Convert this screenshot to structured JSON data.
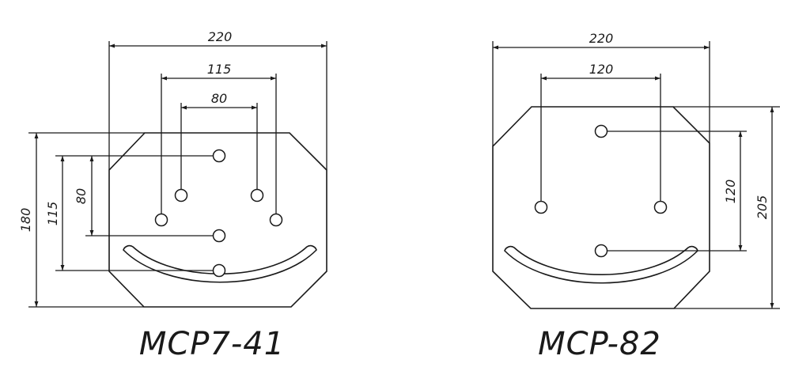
{
  "plates": [
    {
      "model": "MCP7-41",
      "dimensions": {
        "overall_width": "220",
        "hole_spacing_outer": "115",
        "hole_spacing_inner": "80",
        "overall_height": "180",
        "vertical_outer": "115",
        "vertical_inner": "80"
      }
    },
    {
      "model": "MCP-82",
      "dimensions": {
        "overall_width": "220",
        "hole_spacing": "120",
        "vertical_spacing": "120",
        "overall_height": "205"
      }
    }
  ]
}
